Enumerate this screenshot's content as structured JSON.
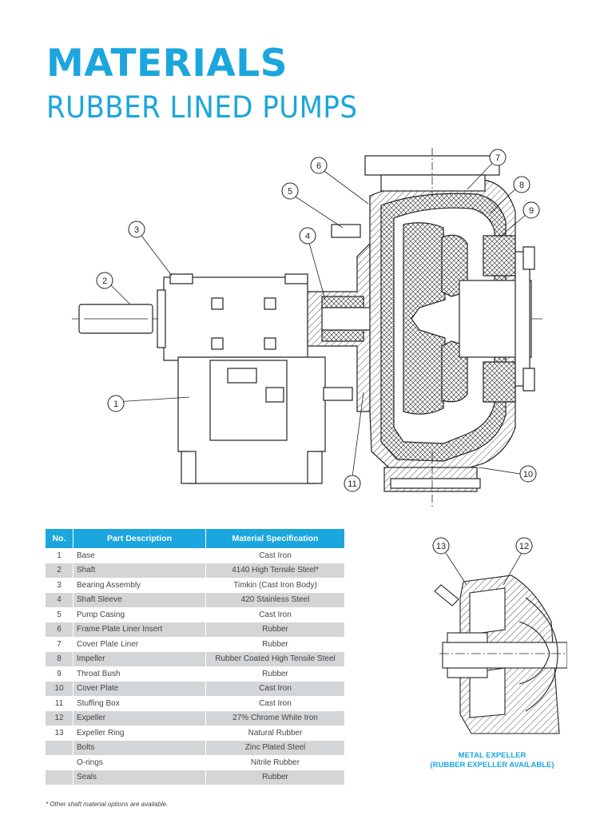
{
  "heading": {
    "title": "MATERIALS",
    "subtitle": "RUBBER LINED PUMPS"
  },
  "drawing": {
    "callouts": [
      "1",
      "2",
      "3",
      "4",
      "5",
      "6",
      "7",
      "8",
      "9",
      "10",
      "11"
    ]
  },
  "table": {
    "headers": [
      "No.",
      "Part Description",
      "Material Specification"
    ],
    "rows": [
      {
        "no": "1",
        "part": "Base",
        "material": "Cast Iron"
      },
      {
        "no": "2",
        "part": "Shaft",
        "material": "4140 High Tensile Steel*"
      },
      {
        "no": "3",
        "part": "Bearing Assembly",
        "material": "Timkin (Cast Iron Body)"
      },
      {
        "no": "4",
        "part": "Shaft Sleeve",
        "material": "420 Stainless Steel"
      },
      {
        "no": "5",
        "part": "Pump Casing",
        "material": "Cast Iron"
      },
      {
        "no": "6",
        "part": "Frame Plate Liner Insert",
        "material": "Rubber"
      },
      {
        "no": "7",
        "part": "Cover Plate Liner",
        "material": "Rubber"
      },
      {
        "no": "8",
        "part": "Impeller",
        "material": "Rubber Coated High Tensile Steel"
      },
      {
        "no": "9",
        "part": "Throat Bush",
        "material": "Rubber"
      },
      {
        "no": "10",
        "part": "Cover Plate",
        "material": "Cast Iron"
      },
      {
        "no": "11",
        "part": "Stuffing Box",
        "material": "Cast Iron"
      },
      {
        "no": "12",
        "part": "Expeller",
        "material": "27% Chrome White Iron"
      },
      {
        "no": "13",
        "part": "Expeller Ring",
        "material": "Natural Rubber"
      },
      {
        "no": "",
        "part": "Bolts",
        "material": "Zinc Plated Steel"
      },
      {
        "no": "",
        "part": "O-rings",
        "material": "Nitrile Rubber"
      },
      {
        "no": "",
        "part": "Seals",
        "material": "Rubber"
      }
    ],
    "footnote": "* Other shaft material options are available."
  },
  "expeller": {
    "callouts": [
      "13",
      "12"
    ],
    "caption_line1": "METAL EXPELLER",
    "caption_line2": "(RUBBER EXPELLER AVAILABLE)"
  },
  "colors": {
    "accent": "#1ba6dd",
    "row_alt": "#d4d5d7"
  }
}
